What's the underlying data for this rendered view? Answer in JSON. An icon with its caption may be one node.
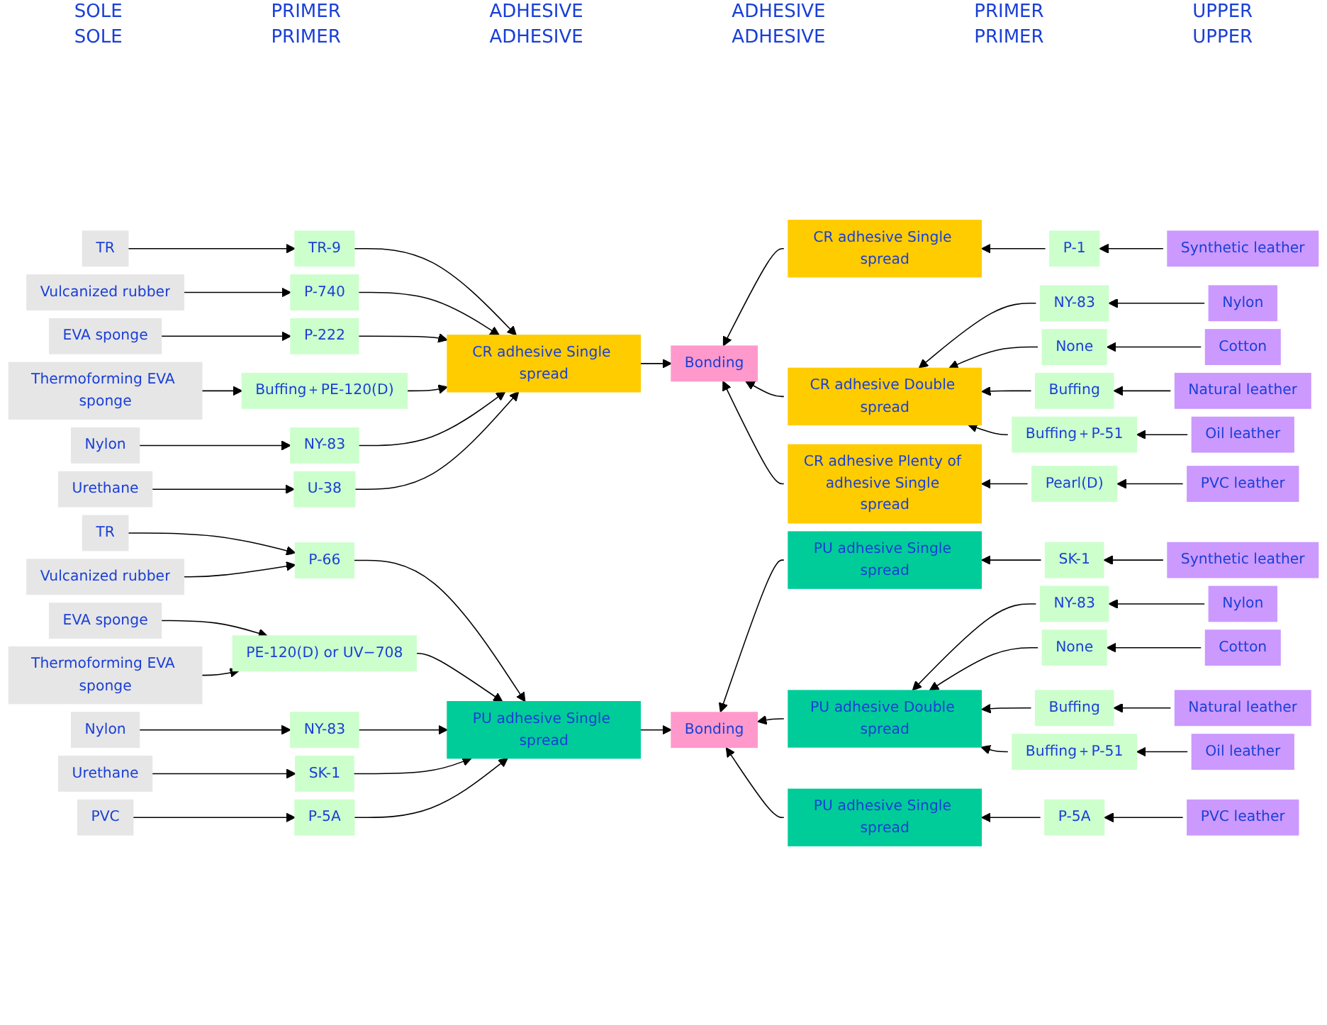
{
  "diagram": {
    "nodes": [
      {
        "text": [
          "TR"
        ]
      },
      {
        "text": [
          "Vulcanized rubber"
        ]
      },
      {
        "text": [
          "EVA sponge"
        ]
      },
      {
        "text": [
          "Thermoforming EVA sponge"
        ]
      },
      {
        "text": [
          "Nylon"
        ]
      },
      {
        "text": [
          "Urethane"
        ]
      },
      {
        "text": [
          "TR-9"
        ]
      },
      {
        "text": [
          "P-740"
        ]
      },
      {
        "text": [
          "P-222"
        ]
      },
      {
        "text": [
          "Buffing＋PE-120(D)"
        ]
      },
      {
        "text": [
          "NY-83"
        ]
      },
      {
        "text": [
          "U-38"
        ]
      },
      {
        "text": [
          "CR adhesive Single spread"
        ]
      },
      {
        "text": [
          "Bonding"
        ]
      },
      {
        "text": [
          "CR adhesive Single spread"
        ]
      },
      {
        "text": [
          "CR adhesive Double spread"
        ]
      },
      {
        "text": [
          "CR adhesive Plenty of adhesive Single spread"
        ]
      },
      {
        "text": [
          "P-1"
        ]
      },
      {
        "text": [
          "NY-83"
        ]
      },
      {
        "text": [
          "None"
        ]
      },
      {
        "text": [
          "Buffing"
        ]
      },
      {
        "text": [
          "Buffing＋P-51"
        ]
      },
      {
        "text": [
          "Pearl(D)"
        ]
      },
      {
        "text": [
          "Synthetic leather"
        ]
      },
      {
        "text": [
          "Nylon"
        ]
      },
      {
        "text": [
          "Cotton"
        ]
      },
      {
        "text": [
          "Natural leather"
        ]
      },
      {
        "text": [
          "Oil leather"
        ]
      },
      {
        "text": [
          "PVC leather"
        ]
      },
      {
        "text": [
          "TR"
        ]
      },
      {
        "text": [
          "Vulcanized rubber"
        ]
      },
      {
        "text": [
          "EVA sponge"
        ]
      },
      {
        "text": [
          "Thermoforming EVA sponge"
        ]
      },
      {
        "text": [
          "Nylon"
        ]
      },
      {
        "text": [
          "Urethane"
        ]
      },
      {
        "text": [
          "PVC"
        ]
      },
      {
        "text": [
          "P-66"
        ]
      },
      {
        "text": [
          "PE-120(D) or UV−708"
        ]
      },
      {
        "text": [
          "NY-83"
        ]
      },
      {
        "text": [
          "SK-1"
        ]
      },
      {
        "text": [
          "P-5A"
        ]
      },
      {
        "text": [
          "PU adhesive Single spread"
        ]
      },
      {
        "text": [
          "Bonding"
        ]
      },
      {
        "text": [
          "PU adhesive Single spread"
        ]
      },
      {
        "text": [
          "PU adhesive Double spread"
        ]
      },
      {
        "text": [
          "PU adhesive Single spread"
        ]
      },
      {
        "text": [
          "SK-1"
        ]
      },
      {
        "text": [
          "NY-83"
        ]
      },
      {
        "text": [
          "None"
        ]
      },
      {
        "text": [
          "Buffing"
        ]
      },
      {
        "text": [
          "Buffing＋P-51"
        ]
      },
      {
        "text": [
          "P-5A"
        ]
      },
      {
        "text": [
          "Synthetic leather"
        ]
      },
      {
        "text": [
          "Nylon"
        ]
      },
      {
        "text": [
          "Cotton"
        ]
      },
      {
        "text": [
          "Natural leather"
        ]
      },
      {
        "text": [
          "Oil leather"
        ]
      },
      {
        "text": [
          "PVC leather"
        ]
      }
    ],
    "edges": [
      {
        "from": 0,
        "to": 6,
        "arrow": "to"
      },
      {
        "from": 1,
        "to": 7,
        "arrow": "to"
      },
      {
        "from": 2,
        "to": 8,
        "arrow": "to"
      },
      {
        "from": 3,
        "to": 9,
        "arrow": "to"
      },
      {
        "from": 4,
        "to": 10,
        "arrow": "to"
      },
      {
        "from": 5,
        "to": 11,
        "arrow": "to"
      },
      {
        "from": 6,
        "to": 12,
        "arrow": "to"
      },
      {
        "from": 7,
        "to": 12,
        "arrow": "to"
      },
      {
        "from": 8,
        "to": 12,
        "arrow": "to"
      },
      {
        "from": 9,
        "to": 12,
        "arrow": "to"
      },
      {
        "from": 10,
        "to": 12,
        "arrow": "to"
      },
      {
        "from": 11,
        "to": 12,
        "arrow": "to"
      },
      {
        "from": 12,
        "to": 13,
        "arrow": "to"
      },
      {
        "from": 14,
        "to": 13,
        "arrow": "to"
      },
      {
        "from": 15,
        "to": 13,
        "arrow": "to"
      },
      {
        "from": 16,
        "to": 13,
        "arrow": "to"
      },
      {
        "from": 17,
        "to": 14,
        "arrow": "to"
      },
      {
        "from": 18,
        "to": 15,
        "arrow": "to"
      },
      {
        "from": 19,
        "to": 15,
        "arrow": "to"
      },
      {
        "from": 20,
        "to": 15,
        "arrow": "to"
      },
      {
        "from": 21,
        "to": 15,
        "arrow": "to"
      },
      {
        "from": 22,
        "to": 16,
        "arrow": "to"
      },
      {
        "from": 23,
        "to": 17,
        "arrow": "to"
      },
      {
        "from": 24,
        "to": 18,
        "arrow": "to"
      },
      {
        "from": 25,
        "to": 19,
        "arrow": "to"
      },
      {
        "from": 26,
        "to": 20,
        "arrow": "to"
      },
      {
        "from": 27,
        "to": 21,
        "arrow": "to"
      },
      {
        "from": 28,
        "to": 22,
        "arrow": "to"
      },
      {
        "from": 29,
        "to": 36,
        "arrow": "to"
      },
      {
        "from": 30,
        "to": 36,
        "arrow": "to"
      },
      {
        "from": 31,
        "to": 37,
        "arrow": "to"
      },
      {
        "from": 32,
        "to": 37,
        "arrow": "to"
      },
      {
        "from": 33,
        "to": 38,
        "arrow": "to"
      },
      {
        "from": 34,
        "to": 39,
        "arrow": "to"
      },
      {
        "from": 35,
        "to": 40,
        "arrow": "to"
      },
      {
        "from": 36,
        "to": 41,
        "arrow": "to"
      },
      {
        "from": 37,
        "to": 41,
        "arrow": "to"
      },
      {
        "from": 38,
        "to": 41,
        "arrow": "to"
      },
      {
        "from": 39,
        "to": 41,
        "arrow": "to"
      },
      {
        "from": 40,
        "to": 41,
        "arrow": "to"
      },
      {
        "from": 41,
        "to": 42,
        "arrow": "to"
      },
      {
        "from": 43,
        "to": 42,
        "arrow": "to"
      },
      {
        "from": 44,
        "to": 42,
        "arrow": "to"
      },
      {
        "from": 45,
        "to": 42,
        "arrow": "to"
      },
      {
        "from": 46,
        "to": 43,
        "arrow": "to"
      },
      {
        "from": 47,
        "to": 44,
        "arrow": "to"
      },
      {
        "from": 48,
        "to": 44,
        "arrow": "to"
      },
      {
        "from": 49,
        "to": 44,
        "arrow": "to"
      },
      {
        "from": 50,
        "to": 44,
        "arrow": "to"
      },
      {
        "from": 51,
        "to": 45,
        "arrow": "to"
      },
      {
        "from": 52,
        "to": 46,
        "arrow": "to"
      },
      {
        "from": 53,
        "to": 47,
        "arrow": "to"
      },
      {
        "from": 54,
        "to": 48,
        "arrow": "to"
      },
      {
        "from": 55,
        "to": 49,
        "arrow": "to"
      },
      {
        "from": 56,
        "to": 50,
        "arrow": "to"
      },
      {
        "from": 57,
        "to": 51,
        "arrow": "to"
      }
    ],
    "labels": [
      "SOLE",
      "PRIMER",
      "ADHESIVE",
      "ADHESIVE",
      "PRIMER",
      "UPPER",
      "SOLE",
      "PRIMER",
      "ADHESIVE",
      "ADHESIVE",
      "PRIMER",
      "UPPER"
    ]
  }
}
